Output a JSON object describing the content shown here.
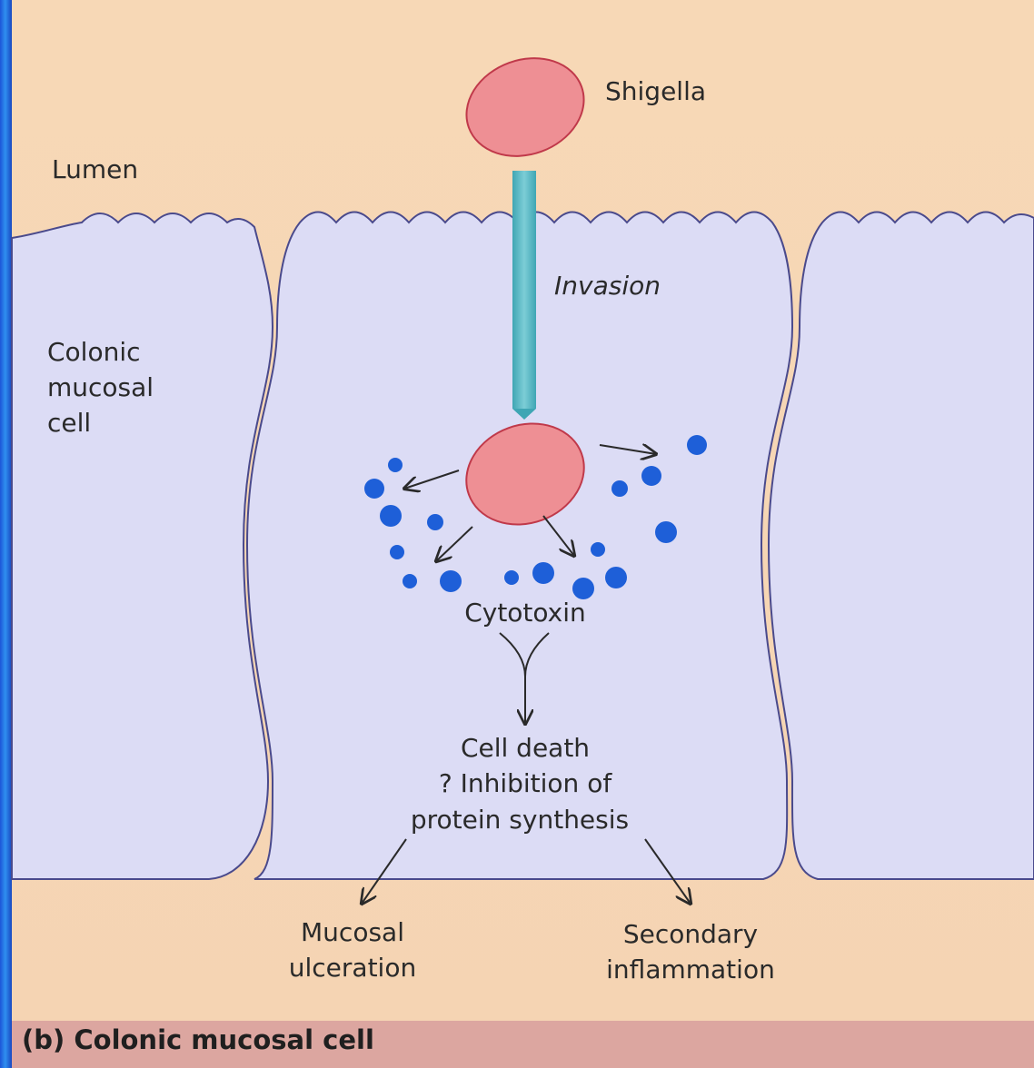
{
  "labels": {
    "shigella": "Shigella",
    "lumen": "Lumen",
    "invasion": "Invasion",
    "colonic_cell": [
      "Colonic",
      "mucosal",
      "cell"
    ],
    "cytotoxin": "Cytotoxin",
    "cell_death": [
      "Cell death",
      "? Inhibition of",
      "protein synthesis"
    ],
    "mucosal_ulceration": [
      "Mucosal",
      "ulceration"
    ],
    "secondary_inflammation": [
      "Secondary",
      "inflammation"
    ]
  },
  "caption": "(b) Colonic mucosal cell",
  "colors": {
    "background": "#f6d9b8",
    "cell_fill": "#dcdcf5",
    "cell_outline": "#4a4a8c",
    "shigella_fill": "#ee8f94",
    "shigella_outline": "#c0394a",
    "invasion_bar": "#56b9c4",
    "cytotoxin_dot": "#1e5fd8",
    "caption_bar": "#dca6a0",
    "edge_strip": "#2f7fe6"
  }
}
